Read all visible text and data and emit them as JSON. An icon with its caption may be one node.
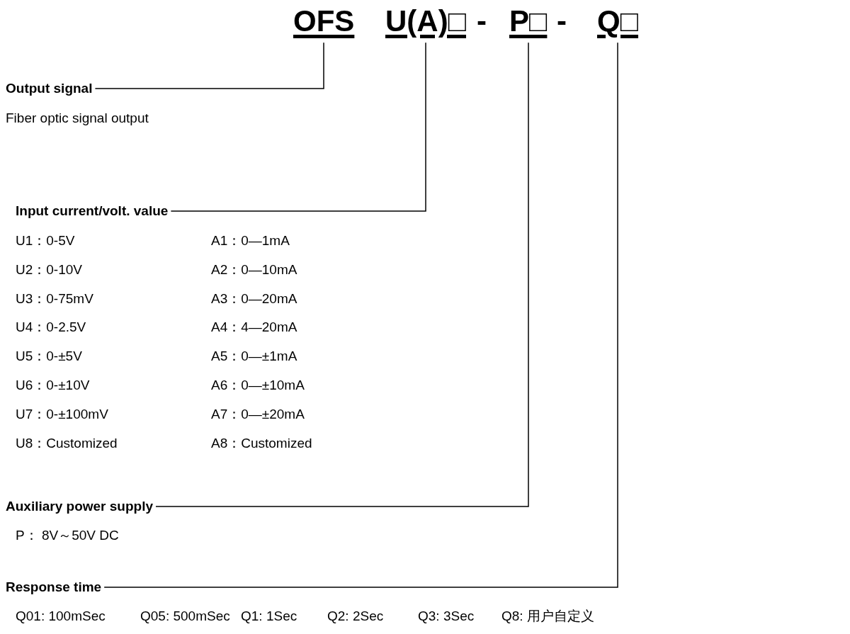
{
  "diagram": {
    "nodes": [
      {
        "text": [
          "OFS"
        ]
      },
      {
        "text": [
          "U(A)□"
        ]
      },
      {
        "text": [
          "P□"
        ]
      },
      {
        "text": [
          "Q□"
        ]
      },
      {
        "text": [
          "Output signal"
        ]
      },
      {
        "text": [
          "Input current/volt. value"
        ]
      },
      {
        "text": [
          "Auxiliary power supply"
        ]
      },
      {
        "text": [
          "Response time"
        ]
      }
    ],
    "edges": [
      {
        "from": 4,
        "to": 0,
        "arrow": "none"
      },
      {
        "from": 5,
        "to": 1,
        "arrow": "none"
      },
      {
        "from": 6,
        "to": 2,
        "arrow": "none"
      },
      {
        "from": 7,
        "to": 3,
        "arrow": "none"
      }
    ],
    "labels": [
      "-",
      "-",
      "Fiber optic signal output",
      "U1：0-5V",
      "A1：0—1mA",
      "U2：0-10V",
      "A2：0—10mA",
      "U3：0-75mV",
      "A3：0—20mA",
      "U4：0-2.5V",
      "A4：4—20mA",
      "U5：0-±5V",
      "A5：0—±1mA",
      "U6：0-±10V",
      "A6：0—±10mA",
      "U7：0-±100mV",
      "A7：0—±20mA",
      "U8：Customized",
      "A8：Customized",
      "P： 8V～50V DC",
      "Q01: 100mSec",
      "Q05: 500mSec",
      "Q1: 1Sec",
      "Q2: 2Sec",
      "Q3: 3Sec",
      "Q8: 用户自定义"
    ]
  }
}
